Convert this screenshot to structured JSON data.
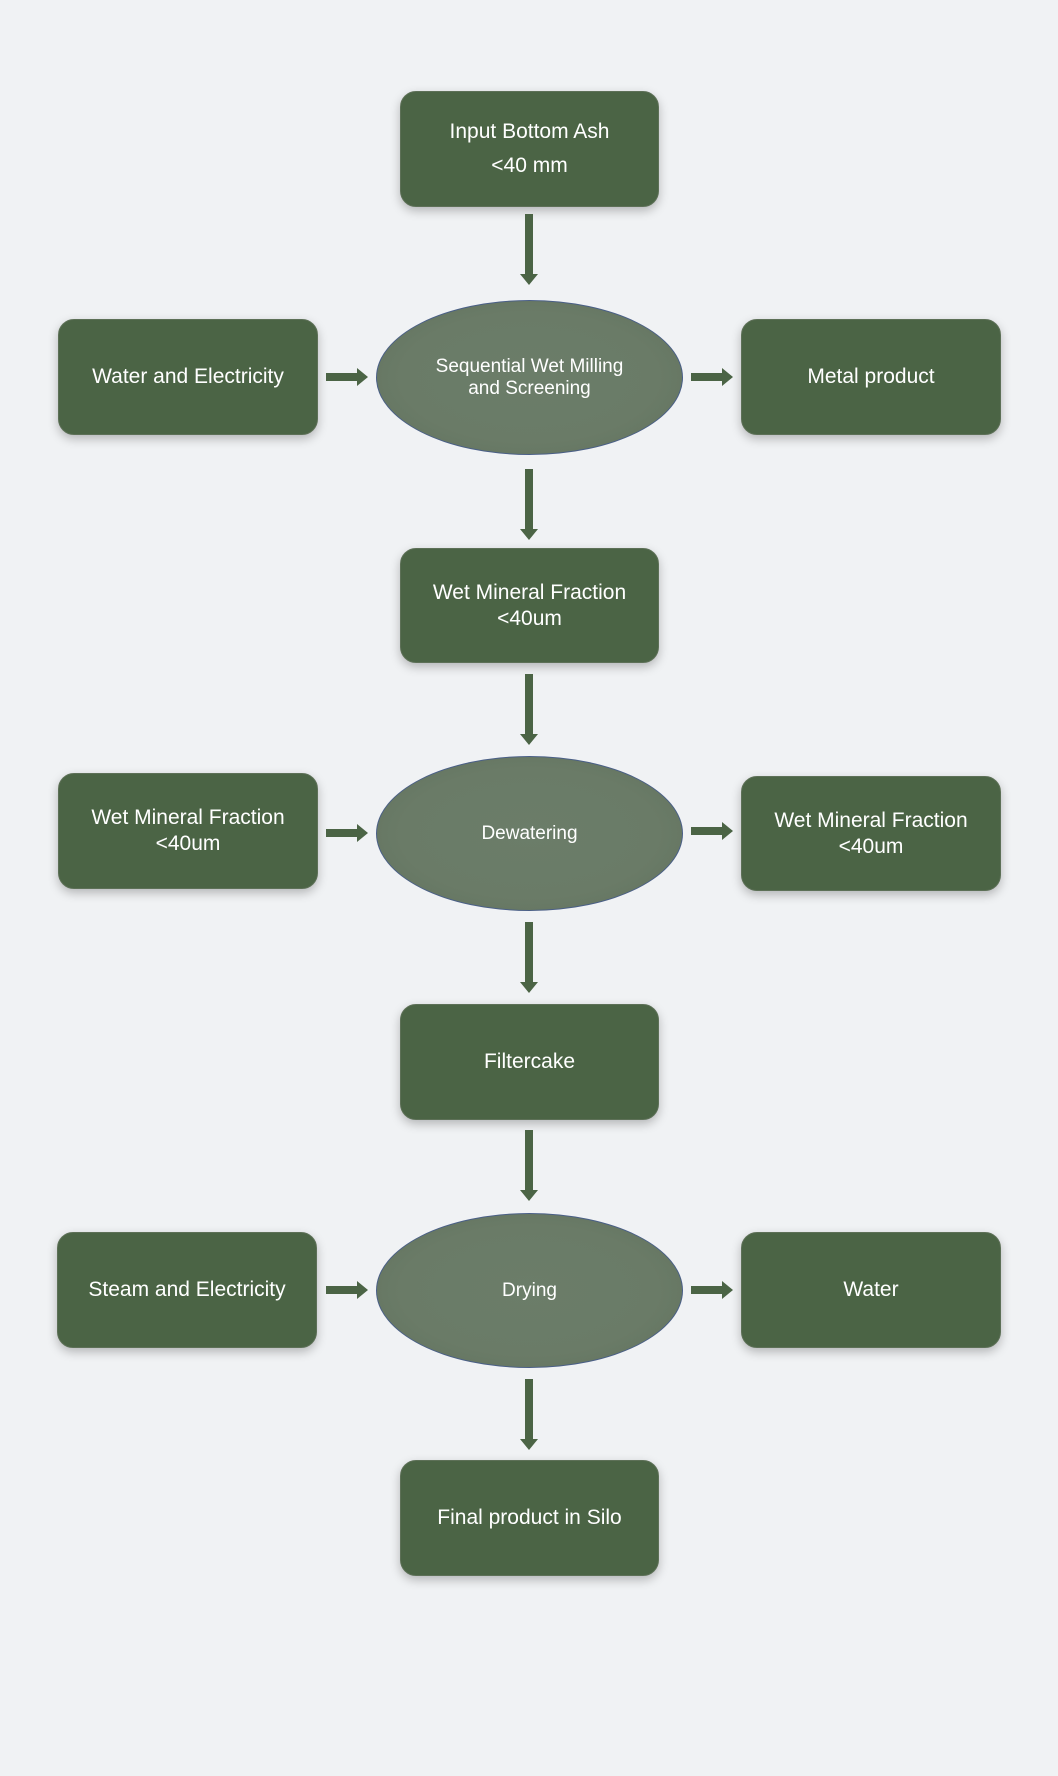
{
  "colors": {
    "background": "#f0f2f4",
    "box_fill": "#4b6445",
    "ellipse_fill": "#6a7b67",
    "ellipse_border": "#4a5f86",
    "arrow": "#4b6445",
    "text": "#ffffff"
  },
  "nodes": {
    "input": {
      "lines": [
        "Input Bottom Ash",
        "<40 mm"
      ]
    },
    "water_electricity": {
      "lines": [
        "Water and Electricity"
      ]
    },
    "milling": {
      "lines": [
        "Sequential Wet Milling",
        "and Screening"
      ]
    },
    "metal_product": {
      "lines": [
        "Metal product"
      ]
    },
    "wet_mineral_center": {
      "lines": [
        "Wet Mineral Fraction",
        "<40um"
      ]
    },
    "wet_mineral_left": {
      "lines": [
        "Wet Mineral Fraction",
        "<40um"
      ]
    },
    "dewatering": {
      "lines": [
        "Dewatering"
      ]
    },
    "wet_mineral_right": {
      "lines": [
        "Wet Mineral Fraction",
        "<40um"
      ]
    },
    "filtercake": {
      "lines": [
        "Filtercake"
      ]
    },
    "steam_electricity": {
      "lines": [
        "Steam and Electricity"
      ]
    },
    "drying": {
      "lines": [
        "Drying"
      ]
    },
    "water_out": {
      "lines": [
        "Water"
      ]
    },
    "final_product": {
      "lines": [
        "Final product in Silo"
      ]
    }
  }
}
